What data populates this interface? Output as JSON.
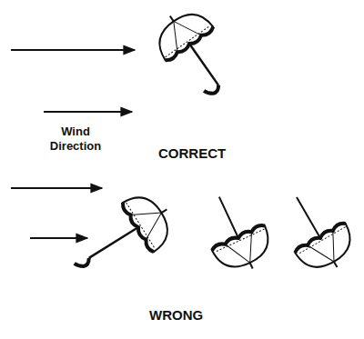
{
  "diagram": {
    "labels": [
      "Wind Direction",
      "CORRECT",
      "WRONG"
    ]
  }
}
